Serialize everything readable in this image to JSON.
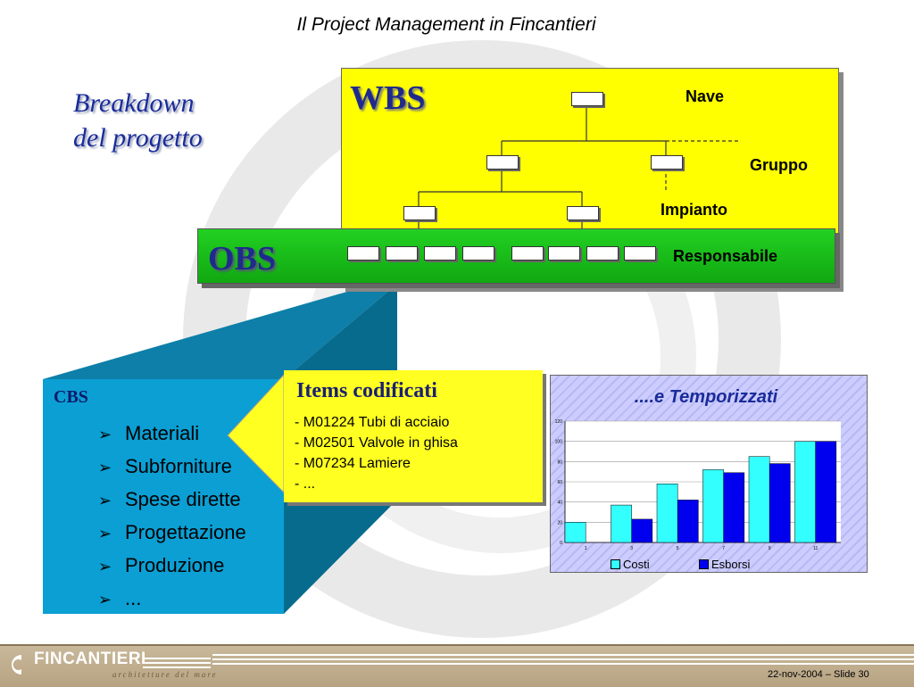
{
  "slide_title": "Il Project Management in Fincantieri",
  "breakdown": {
    "line1": "Breakdown",
    "line2": "del progetto"
  },
  "wbs": {
    "title": "WBS",
    "levels": {
      "nave": "Nave",
      "gruppo": "Gruppo",
      "impianto": "Impianto"
    }
  },
  "obs": {
    "title": "OBS",
    "level": "Responsabile"
  },
  "cbs": {
    "title": "CBS",
    "items": [
      "Materiali",
      "Subforniture",
      "Spese dirette",
      "Progettazione",
      "Produzione",
      "..."
    ]
  },
  "items_codificati": {
    "title": "Items codificati",
    "lines": [
      "- M01224 Tubi di acciaio",
      "- M02501 Valvole in ghisa",
      "- M07234 Lamiere",
      "- ..."
    ]
  },
  "chart_data": {
    "type": "bar",
    "title": "....e Temporizzati",
    "categories": [
      "1",
      "3",
      "5",
      "7",
      "9",
      "11"
    ],
    "series": [
      {
        "name": "Costi",
        "values": [
          20,
          37,
          58,
          72,
          85,
          100
        ]
      },
      {
        "name": "Esborsi",
        "values": [
          0,
          23,
          42,
          69,
          78,
          100
        ]
      }
    ],
    "ylim": [
      0,
      120
    ],
    "yticks": [
      "0",
      "20",
      "40",
      "60",
      "80",
      "100",
      "120"
    ],
    "grid": true,
    "legend": "bottom",
    "colors": {
      "Costi": "#33ffff",
      "Esborsi": "#0000ee"
    }
  },
  "footer": {
    "logo": "FINCANTIERI",
    "tagline": "architetture del mare",
    "date_slide": "22-nov-2004 – Slide 30"
  }
}
